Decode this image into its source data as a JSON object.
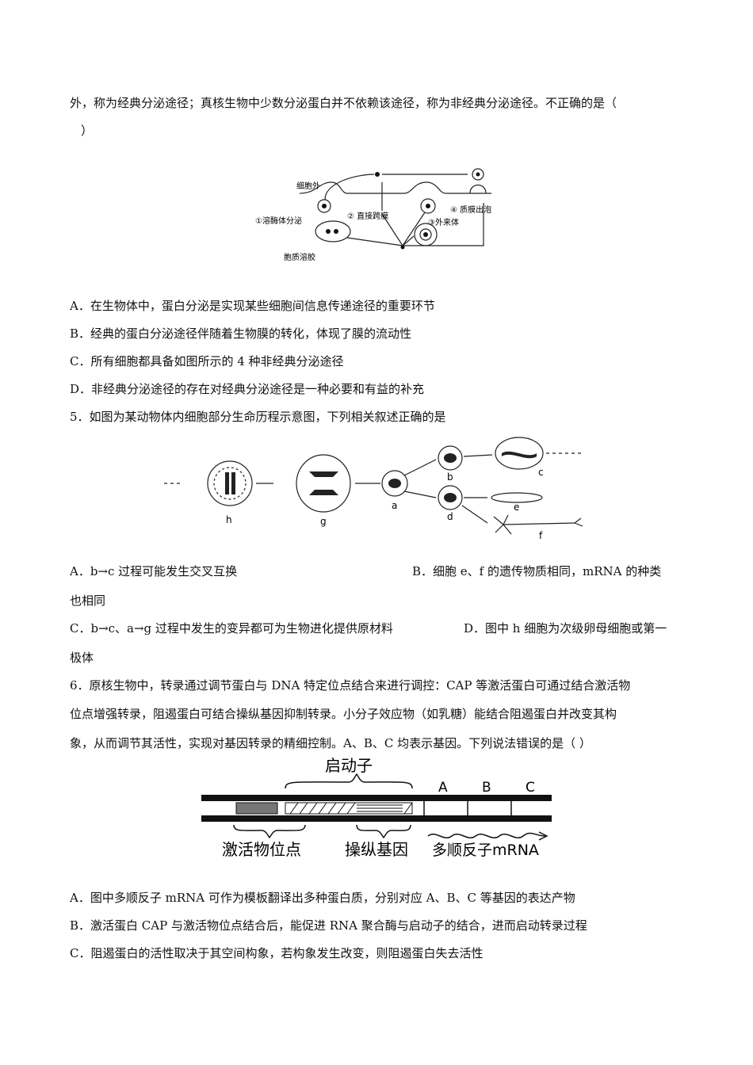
{
  "q4": {
    "intro_line1": "外，称为经典分泌途径；真核生物中少数分泌蛋白并不依赖该途径，称为非经典分泌途径。不正确的是（",
    "intro_line2": "）",
    "figure_labels": {
      "outside": "细胞外",
      "lysosome": "①溶酶体分泌",
      "direct": "② 直接跨膜",
      "exosome": "③外来体",
      "blebbing": "④ 质膜出泡",
      "cytosol": "胞质溶胶"
    },
    "options": {
      "A": "A．在生物体中，蛋白分泌是实现某些细胞间信息传递途径的重要环节",
      "B": "B．经典的蛋白分泌途径伴随着生物膜的转化，体现了膜的流动性",
      "C": "C．所有细胞都具备如图所示的 4 种非经典分泌途径",
      "D": "D．非经典分泌途径的存在对经典分泌途径是一种必要和有益的补充"
    }
  },
  "q5": {
    "stem": "5．如图为某动物体内细胞部分生命历程示意图，下列相关叙述正确的是",
    "figure_labels": {
      "h": "h",
      "g": "g",
      "a": "a",
      "b": "b",
      "c": "c",
      "d": "d",
      "e": "e",
      "f": "f"
    },
    "options": {
      "A": "A．b→c 过程可能发生交叉互换",
      "B_line1": "B．细胞 e、f 的遗传物质相同，mRNA 的种类",
      "B_line2": "也相同",
      "C": "C．b→c、a→g 过程中发生的变异都可为生物进化提供原材料",
      "D_line1": "D．图中 h 细胞为次级卵母细胞或第一",
      "D_line2": "极体"
    }
  },
  "q6": {
    "stem_line1": "6．原核生物中，转录通过调节蛋白与 DNA 特定位点结合来进行调控：CAP 等激活蛋白可通过结合激活物",
    "stem_line2": "位点增强转录，阻遏蛋白可结合操纵基因抑制转录。小分子效应物（如乳糖）能结合阻遏蛋白并改变其构",
    "stem_line3": "象，从而调节其活性，实现对基因转录的精细控制。A、B、C 均表示基因。下列说法错误的是（        ）",
    "figure_labels": {
      "promoter": "启动子",
      "gene_A": "A",
      "gene_B": "B",
      "gene_C": "C",
      "activator_site": "激活物位点",
      "operator": "操纵基因",
      "mrna": "多顺反子mRNA"
    },
    "options": {
      "A": "A．图中多顺反子 mRNA 可作为模板翻译出多种蛋白质，分别对应 A、B、C 等基因的表达产物",
      "B": "B．激活蛋白 CAP 与激活物位点结合后，能促进 RNA 聚合酶与启动子的结合，进而启动转录过程",
      "C": "C．阻遏蛋白的活性取决于其空间构象，若构象发生改变，则阻遏蛋白失去活性"
    }
  }
}
